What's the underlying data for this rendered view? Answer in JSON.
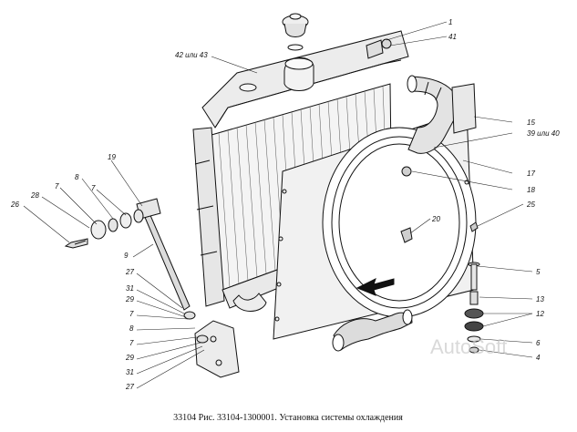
{
  "caption": "33104 Рис. 33104-1300001. Установка системы охлаждения",
  "watermark": "AutoSoft",
  "callouts": {
    "c1": "1",
    "c41": "41",
    "c42_43": "42 или 43",
    "c15": "15",
    "c39_40": "39 или 40",
    "c17": "17",
    "c18": "18",
    "c25": "25",
    "c20": "20",
    "c19": "19",
    "c8a": "8",
    "c7a": "7",
    "c7b": "7",
    "c28": "28",
    "c26": "26",
    "c9": "9",
    "c27a": "27",
    "c31a": "31",
    "c29a": "29",
    "c7c": "7",
    "c8b": "8",
    "c7d": "7",
    "c29b": "29",
    "c31b": "31",
    "c27b": "27",
    "c5": "5",
    "c13": "13",
    "c12": "12",
    "c6": "6",
    "c4": "4"
  }
}
